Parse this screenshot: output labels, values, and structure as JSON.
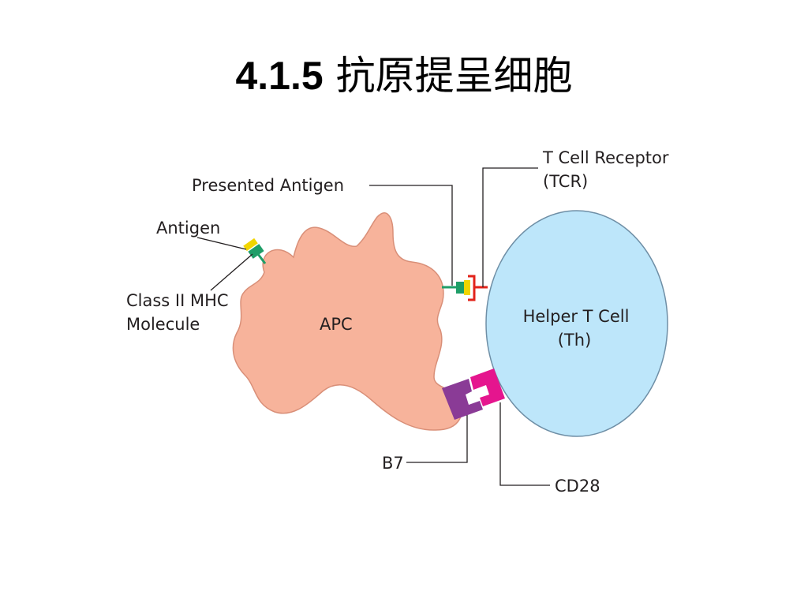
{
  "slide": {
    "title_number": "4.1.5",
    "title_text": "抗原提呈细胞"
  },
  "diagram": {
    "labels": {
      "presented_antigen": "Presented Antigen",
      "tcr_line1": "T Cell Receptor",
      "tcr_line2": "(TCR)",
      "antigen": "Antigen",
      "mhc_line1": "Class II MHC",
      "mhc_line2": "Molecule",
      "apc": "APC",
      "th_line1": "Helper T Cell",
      "th_line2": "(Th)",
      "b7": "B7",
      "cd28": "CD28"
    },
    "colors": {
      "apc_fill": "#f7b39b",
      "apc_stroke": "#d98f78",
      "th_fill": "#bde6fa",
      "th_stroke": "#6f8fa6",
      "mhc_green": "#1f9e68",
      "antigen_yellow": "#f2d500",
      "tcr_red": "#e2231a",
      "b7_purple": "#8a3b96",
      "cd28_magenta": "#e5158e",
      "line_dark": "#231f20"
    }
  }
}
